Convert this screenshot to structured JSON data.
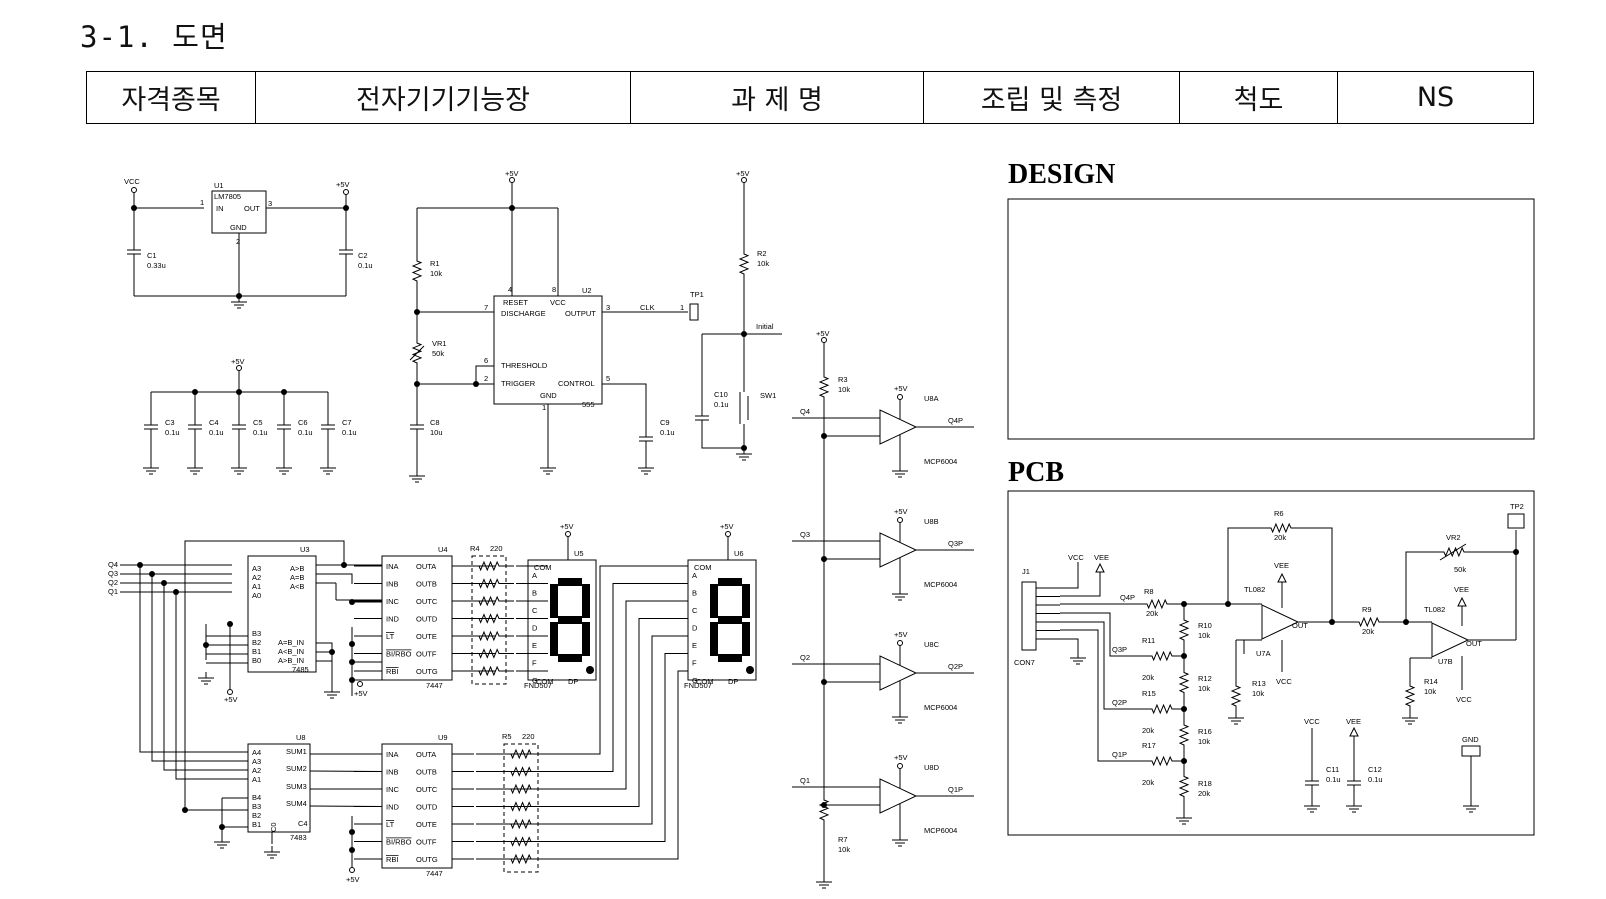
{
  "heading": "3-1. 도면",
  "header": {
    "cells": [
      "자격종목",
      "전자기기기능장",
      "과 제 명",
      "조립 및 측정",
      "척도",
      "NS"
    ]
  },
  "sections": {
    "design": "DESIGN",
    "pcb": "PCB"
  },
  "components": {
    "u1": "U1",
    "u1_part": "LM7805",
    "u1_in": "IN",
    "u1_out": "OUT",
    "u1_gnd": "GND",
    "c1": "C1",
    "c1_v": "0.33u",
    "c2": "C2",
    "c2_v": "0.1u",
    "c3": "C3",
    "c4": "C4",
    "c5": "C5",
    "c6": "C6",
    "c7": "C7",
    "c_small_v": "0.1u",
    "u2": "U2",
    "u2_part": "555",
    "reset": "RESET",
    "vcc_pin": "VCC",
    "discharge": "DISCHARGE",
    "output": "OUTPUT",
    "threshold": "THRESHOLD",
    "trigger": "TRIGGER",
    "control": "CONTROL",
    "gnd": "GND",
    "r1": "R1",
    "r1_v": "10k",
    "vr1": "VR1",
    "vr1_v": "50k",
    "c8": "C8",
    "c8_v": "10u",
    "c9": "C9",
    "c9_v": "0.1u",
    "c10": "C10",
    "c10_v": "0.1u",
    "tp1": "TP1",
    "clk": "CLK",
    "r2": "R2",
    "r2_v": "10k",
    "initial": "Initial",
    "sw1": "SW1",
    "r3": "R3",
    "r3_v": "10k",
    "r7": "R7",
    "r7_v": "10k",
    "u8a": "U8A",
    "u8b": "U8B",
    "u8c": "U8C",
    "u8d": "U8D",
    "u8_part": "MCP6004",
    "q4": "Q4",
    "q3": "Q3",
    "q2": "Q2",
    "q1": "Q1",
    "q4p": "Q4P",
    "q3p": "Q3P",
    "q2p": "Q2P",
    "q1p": "Q1P",
    "u3": "U3",
    "u3_part": "7485",
    "u3_pins": [
      "A3",
      "A2",
      "A1",
      "A0",
      "B3",
      "B2",
      "B1",
      "B0"
    ],
    "u3_outs": [
      "A>B",
      "A=B",
      "A<B"
    ],
    "u3_ins": [
      "A=B_IN",
      "A<B_IN",
      "A>B_IN"
    ],
    "u4": "U4",
    "u9": "U9",
    "seg_driver_part": "7447",
    "driver_ins": [
      "INA",
      "INB",
      "INC",
      "IND",
      "LT",
      "BI/RBO",
      "RBI"
    ],
    "driver_outs": [
      "OUTA",
      "OUTB",
      "OUTC",
      "OUTD",
      "OUTE",
      "OUTF",
      "OUTG"
    ],
    "r4": "R4",
    "r4_v": "220",
    "r5": "R5",
    "r5_v": "220",
    "u5": "U5",
    "u6": "U6",
    "display_part": "FND507",
    "seg_letters": [
      "A",
      "B",
      "C",
      "D",
      "E",
      "F",
      "G"
    ],
    "com": "COM",
    "dp": "DP",
    "u8": "U8",
    "u8_adder_part": "7483",
    "adder_ins": [
      "A4",
      "A3",
      "A2",
      "A1",
      "B4",
      "B3",
      "B2",
      "B1"
    ],
    "adder_outs": [
      "SUM1",
      "SUM2",
      "SUM3",
      "SUM4",
      "C4"
    ],
    "c0": "C0",
    "vcc": "VCC",
    "p5v": "+5V",
    "vee": "VEE",
    "j1": "J1",
    "con7": "CON7",
    "r6": "R6",
    "r6_v": "20k",
    "r8": "R8",
    "r8_v": "20k",
    "r9": "R9",
    "r9_v": "20k",
    "r10": "R10",
    "r10_v": "10k",
    "r11": "R11",
    "r11_v": "20k",
    "r12": "R12",
    "r12_v": "10k",
    "r13": "R13",
    "r13_v": "10k",
    "r14": "R14",
    "r14_v": "10k",
    "r15": "R15",
    "r15_v": "20k",
    "r16": "R16",
    "r16_v": "10k",
    "r17": "R17",
    "r17_v": "20k",
    "r18": "R18",
    "r18_v": "20k",
    "vr2": "VR2",
    "vr2_v": "50k",
    "u7a": "U7A",
    "u7b": "U7B",
    "tl082": "TL082",
    "out": "OUT",
    "tp2": "TP2",
    "c11": "C11",
    "c11_v": "0.1u",
    "c12": "C12",
    "c12_v": "0.1u"
  }
}
